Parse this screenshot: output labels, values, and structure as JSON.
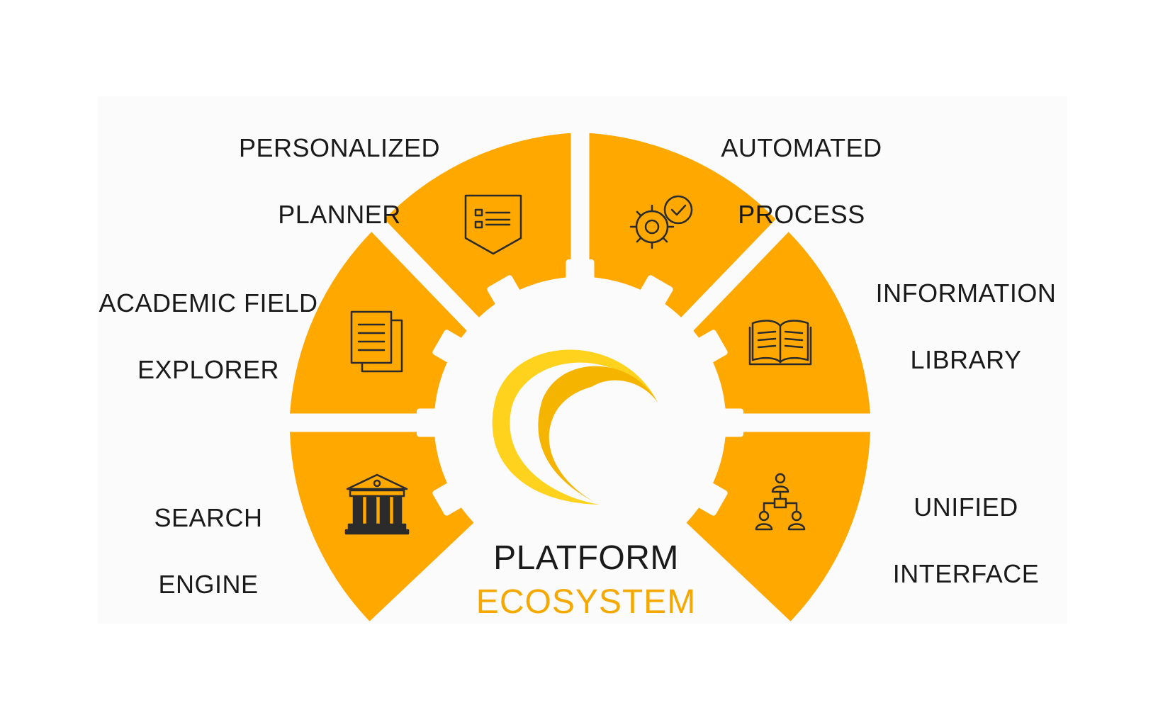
{
  "colors": {
    "segment": "#FFA800",
    "icon_stroke": "#2b2b2b",
    "logo_light": "#FFD21E",
    "logo_dark": "#F5B400",
    "ecosystem_text": "#F5A800"
  },
  "center": {
    "title_line1": "PLATFORM",
    "title_line2": "ECOSYSTEM"
  },
  "segments": [
    {
      "line1": "PERSONALIZED",
      "line2": "PLANNER",
      "icon": "checklist-icon"
    },
    {
      "line1": "AUTOMATED",
      "line2": "PROCESS",
      "icon": "gear-check-icon"
    },
    {
      "line1": "ACADEMIC FIELD",
      "line2": "EXPLORER",
      "icon": "documents-icon"
    },
    {
      "line1": "INFORMATION",
      "line2": "LIBRARY",
      "icon": "open-book-icon"
    },
    {
      "line1": "SEARCH",
      "line2": "ENGINE",
      "icon": "institution-icon"
    },
    {
      "line1": "UNIFIED",
      "line2": "INTERFACE",
      "icon": "org-chart-icon"
    }
  ]
}
